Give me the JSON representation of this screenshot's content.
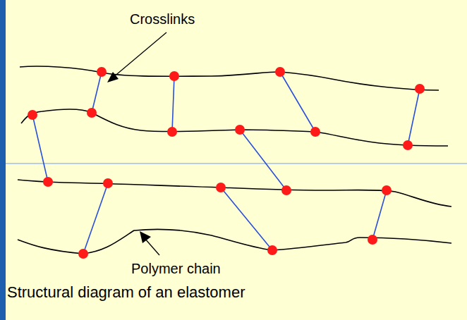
{
  "diagram": {
    "caption": "Structural diagram of an elastomer",
    "labels": [
      "Crosslinks",
      "Polymer chain"
    ]
  }
}
